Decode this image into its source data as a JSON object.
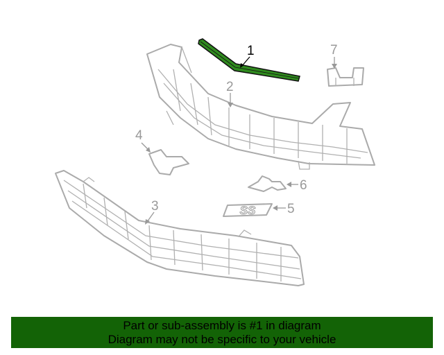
{
  "diagram": {
    "callouts": [
      {
        "number": "1",
        "highlighted": true
      },
      {
        "number": "2",
        "highlighted": false
      },
      {
        "number": "3",
        "highlighted": false
      },
      {
        "number": "4",
        "highlighted": false
      },
      {
        "number": "5",
        "highlighted": false
      },
      {
        "number": "6",
        "highlighted": false
      },
      {
        "number": "7",
        "highlighted": false
      }
    ],
    "emblem_text": "SS",
    "highlight_color": "#2f8a1e"
  },
  "banner": {
    "line1": "Part or sub-assembly is #1 in diagram",
    "line2": "Diagram may not be specific to your vehicle",
    "background": "#136306"
  }
}
